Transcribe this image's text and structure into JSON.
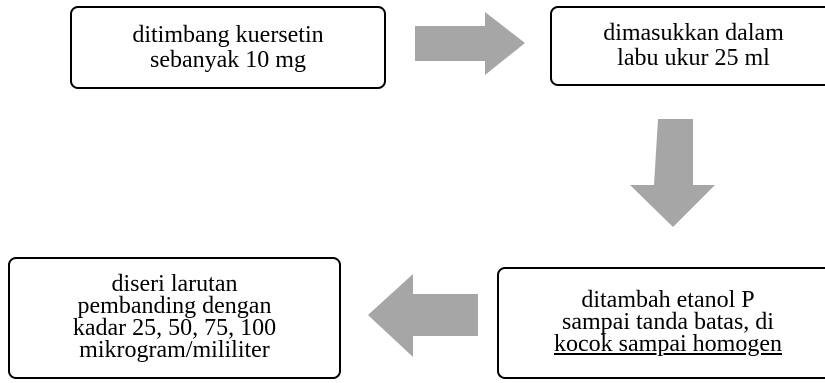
{
  "diagram": {
    "colors": {
      "border": "#000000",
      "arrow": "#a6a6a6",
      "background": "#ffffff"
    },
    "steps": [
      {
        "lines": [
          "ditimbang kuersetin",
          "sebanyak 10 mg"
        ]
      },
      {
        "lines": [
          "dimasukkan dalam",
          "labu ukur 25 ml"
        ]
      },
      {
        "lines": [
          "ditambah etanol P",
          "sampai tanda batas, di",
          "kocok sampai homogen"
        ]
      },
      {
        "lines": [
          "diseri larutan",
          "pembanding dengan",
          "kadar 25, 50, 75, 100",
          "mikrogram/mililiter"
        ]
      }
    ],
    "arrows": [
      {
        "direction": "right",
        "from": 0,
        "to": 1
      },
      {
        "direction": "down",
        "from": 1,
        "to": 2
      },
      {
        "direction": "left",
        "from": 2,
        "to": 3
      }
    ]
  }
}
